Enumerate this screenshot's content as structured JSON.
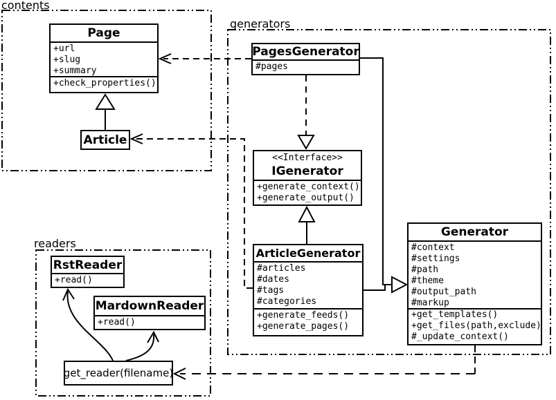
{
  "packages": {
    "contents": {
      "label": "contents"
    },
    "generators": {
      "label": "generators"
    },
    "readers": {
      "label": "readers"
    }
  },
  "classes": {
    "page": {
      "title": "Page",
      "attributes": [
        "+url",
        "+slug",
        "+summary"
      ],
      "methods": [
        "+check_properties()"
      ]
    },
    "article": {
      "title": "Article"
    },
    "pages_generator": {
      "title": "PagesGenerator",
      "attributes": [
        "#pages"
      ]
    },
    "igenerator": {
      "stereotype": "<<Interface>>",
      "title": "IGenerator",
      "methods": [
        "+generate_context()",
        "+generate_output()"
      ]
    },
    "article_generator": {
      "title": "ArticleGenerator",
      "attributes": [
        "#articles",
        "#dates",
        "#tags",
        "#categories"
      ],
      "methods": [
        "+generate_feeds()",
        "+generate_pages()"
      ]
    },
    "generator": {
      "title": "Generator",
      "attributes": [
        "#context",
        "#settings",
        "#path",
        "#theme",
        "#output_path",
        "#markup"
      ],
      "methods": [
        "+get_templates()",
        "+get_files(path,exclude)",
        "#_update_context()"
      ]
    },
    "rst_reader": {
      "title": "RstReader",
      "methods": [
        "+read()"
      ]
    },
    "mardown_reader": {
      "title": "MardownReader",
      "methods": [
        "+read()"
      ]
    },
    "get_reader": {
      "label": "get_reader(filename)"
    }
  },
  "relations": {
    "article_extends_page": "generalization",
    "pagesgenerator_uses_page": "dashed-dependency",
    "articlegenerator_uses_article": "dashed-dependency",
    "pagesgenerator_realizes_igenerator": "dashed-realization",
    "articlegenerator_realizes_igenerator": "realization",
    "generators_extend_generator": "generalization",
    "generator_uses_get_reader": "dashed-dependency",
    "get_reader_creates_rstreader": "curved-arrow",
    "get_reader_creates_mardownreader": "curved-arrow"
  },
  "colors": {
    "line": "#000000",
    "background": "#ffffff",
    "box_fill": "#ffffff"
  }
}
